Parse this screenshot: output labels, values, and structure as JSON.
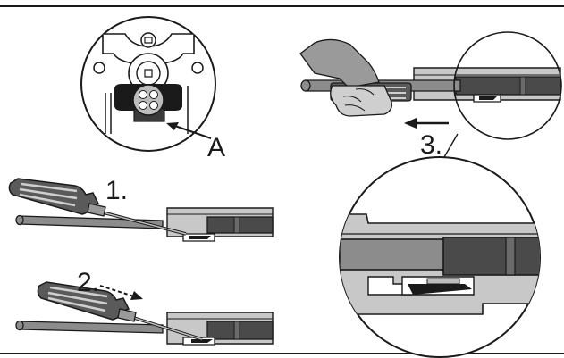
{
  "labels": {
    "part": "A",
    "step1": "1.",
    "step2": "2.",
    "step3": "3."
  },
  "colors": {
    "outline": "#1a1a1a",
    "rail_light": "#c8c8c8",
    "rail_mid": "#8c8c8c",
    "block_dark": "#4a4a4a",
    "handle": "#5a5a5a",
    "hand": "#9a9a9a",
    "hand_light": "#cfcfcf"
  }
}
